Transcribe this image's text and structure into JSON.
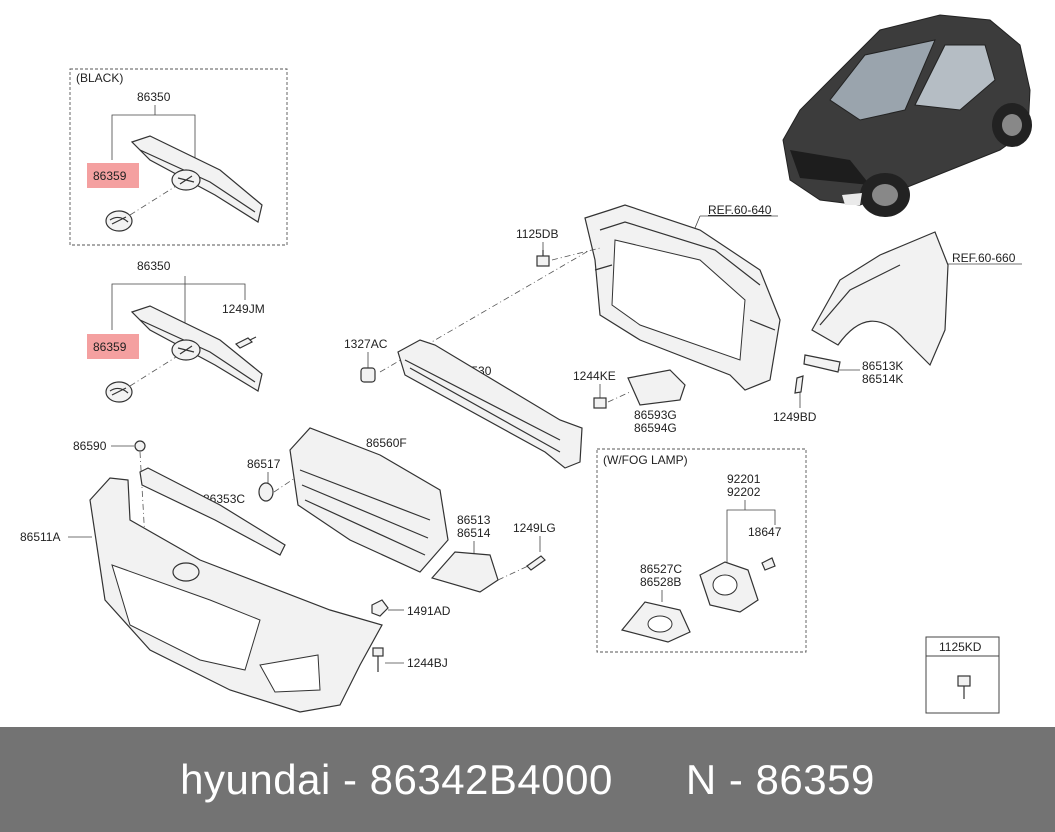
{
  "groups": {
    "black": "(BLACK)",
    "fog": "(W/FOG LAMP)"
  },
  "refs": {
    "ref1": "REF.60-640",
    "ref2": "REF.60-660"
  },
  "labels": {
    "p86350a": "86350",
    "p86359a": "86359",
    "p86350b": "86350",
    "p1249JM": "1249JM",
    "p86359b": "86359",
    "p1125DB": "1125DB",
    "p1327AC": "1327AC",
    "p86530": "86530",
    "p1244KE": "1244KE",
    "p86593G": "86593G",
    "p86594G": "86594G",
    "p86513K": "86513K",
    "p86514K": "86514K",
    "p1249BD": "1249BD",
    "p86590": "86590",
    "p86560F": "86560F",
    "p86517": "86517",
    "p86353C": "86353C",
    "p86511A": "86511A",
    "p86513": "86513",
    "p86514": "86514",
    "p1249LG": "1249LG",
    "p1491AD": "1491AD",
    "p1244BJ": "1244BJ",
    "p92201": "92201",
    "p92202": "92202",
    "p18647": "18647",
    "p86527C": "86527C",
    "p86528B": "86528B",
    "p1125KD": "1125KD"
  },
  "highlight_color": "#f4a0a0",
  "footer": {
    "text": "hyundai - 86342B4000      N - 86359"
  }
}
